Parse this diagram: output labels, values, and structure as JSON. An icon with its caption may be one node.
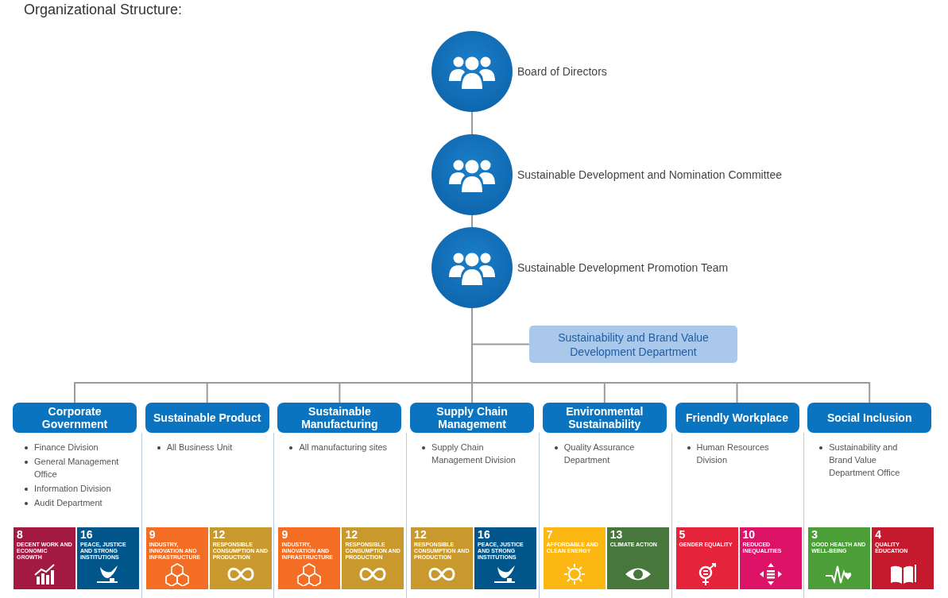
{
  "diagram": {
    "title": "Organizational Structure:",
    "nodes": [
      {
        "text": [
          "Board of Directors"
        ]
      },
      {
        "text": [
          "Sustainable Development and Nomination Committee"
        ]
      },
      {
        "text": [
          "Sustainable Development Promotion Team"
        ]
      },
      {
        "text": [
          "Sustainability and Brand Value Development Department"
        ]
      },
      {
        "text": [
          "Corporate Government"
        ],
        "beside": [
          "Finance Division",
          "General Management Office",
          "Information Division",
          "Audit Department"
        ]
      },
      {
        "text": [
          "Sustainable Product"
        ],
        "beside": [
          "All Business Unit"
        ]
      },
      {
        "text": [
          "Sustainable Manufacturing"
        ],
        "beside": [
          "All manufacturing sites"
        ]
      },
      {
        "text": [
          "Supply Chain Management"
        ],
        "beside": [
          "Supply Chain Management Division"
        ]
      },
      {
        "text": [
          "Environmental Sustainability"
        ],
        "beside": [
          "Quality Assurance Department"
        ]
      },
      {
        "text": [
          "Friendly Workplace"
        ],
        "beside": [
          "Human Resources Division"
        ]
      },
      {
        "text": [
          "Social Inclusion"
        ],
        "beside": [
          "Sustainability and Brand Value Department Office"
        ]
      }
    ],
    "edges": [
      {
        "from": 0,
        "to": 1,
        "arrow": "none"
      },
      {
        "from": 1,
        "to": 2,
        "arrow": "none"
      },
      {
        "from": 2,
        "to": 3,
        "arrow": "none"
      },
      {
        "from": 2,
        "to": 4,
        "arrow": "none"
      },
      {
        "from": 2,
        "to": 5,
        "arrow": "none"
      },
      {
        "from": 2,
        "to": 6,
        "arrow": "none"
      },
      {
        "from": 2,
        "to": 7,
        "arrow": "none"
      },
      {
        "from": 2,
        "to": 8,
        "arrow": "none"
      },
      {
        "from": 2,
        "to": 9,
        "arrow": "none"
      },
      {
        "from": 2,
        "to": 10,
        "arrow": "none"
      }
    ],
    "labels": [
      "8",
      "DECENT WORK AND ECONOMIC GROWTH",
      "16",
      "PEACE, JUSTICE AND STRONG INSTITUTIONS",
      "9",
      "INDUSTRY, INNOVATION AND INFRASTRUCTURE",
      "12",
      "RESPONSIBLE CONSUMPTION AND PRODUCTION",
      "9",
      "INDUSTRY, INNOVATION AND INFRASTRUCTURE",
      "12",
      "RESPONSIBLE CONSUMPTION AND PRODUCTION",
      "12",
      "RESPONSIBLE CONSUMPTION AND PRODUCTION",
      "16",
      "PEACE, JUSTICE AND STRONG INSTITUTIONS",
      "7",
      "AFFORDABLE AND CLEAN ENERGY",
      "13",
      "CLIMATE ACTION",
      "5",
      "GENDER EQUALITY",
      "10",
      "REDUCED INEQUALITIES",
      "3",
      "GOOD HEALTH AND WELL-BEING",
      "4",
      "QUALITY EDUCATION"
    ]
  }
}
